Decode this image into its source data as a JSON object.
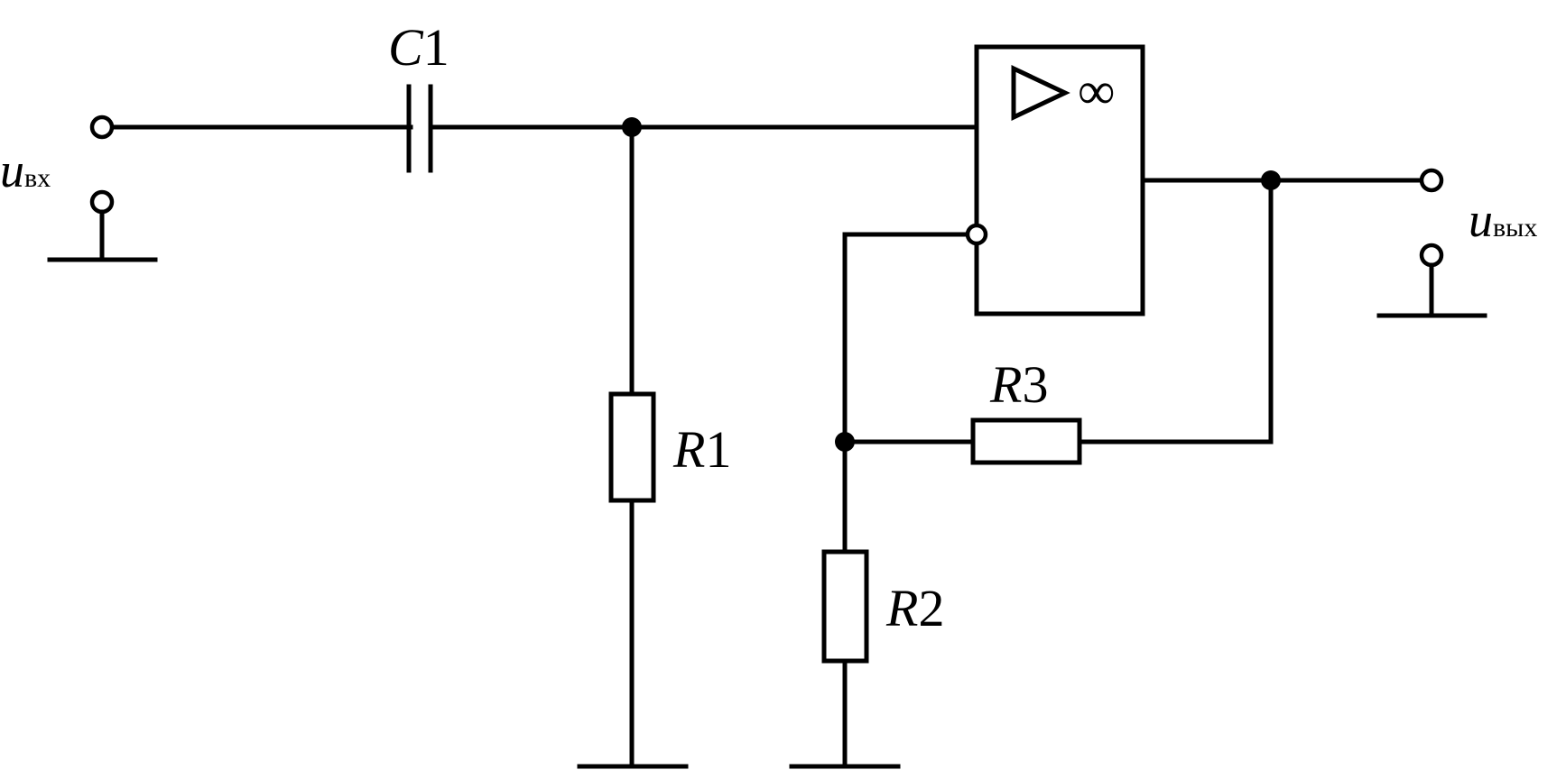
{
  "diagram": {
    "input_terminal": {
      "symbol": "u",
      "subscript": "вх"
    },
    "output_terminal": {
      "symbol": "u",
      "subscript": "вых"
    },
    "opamp": {
      "gain_symbol": "∞"
    },
    "components": {
      "C1": {
        "letter": "C",
        "index": "1"
      },
      "R1": {
        "letter": "R",
        "index": "1"
      },
      "R2": {
        "letter": "R",
        "index": "2"
      },
      "R3": {
        "letter": "R",
        "index": "3"
      }
    }
  }
}
